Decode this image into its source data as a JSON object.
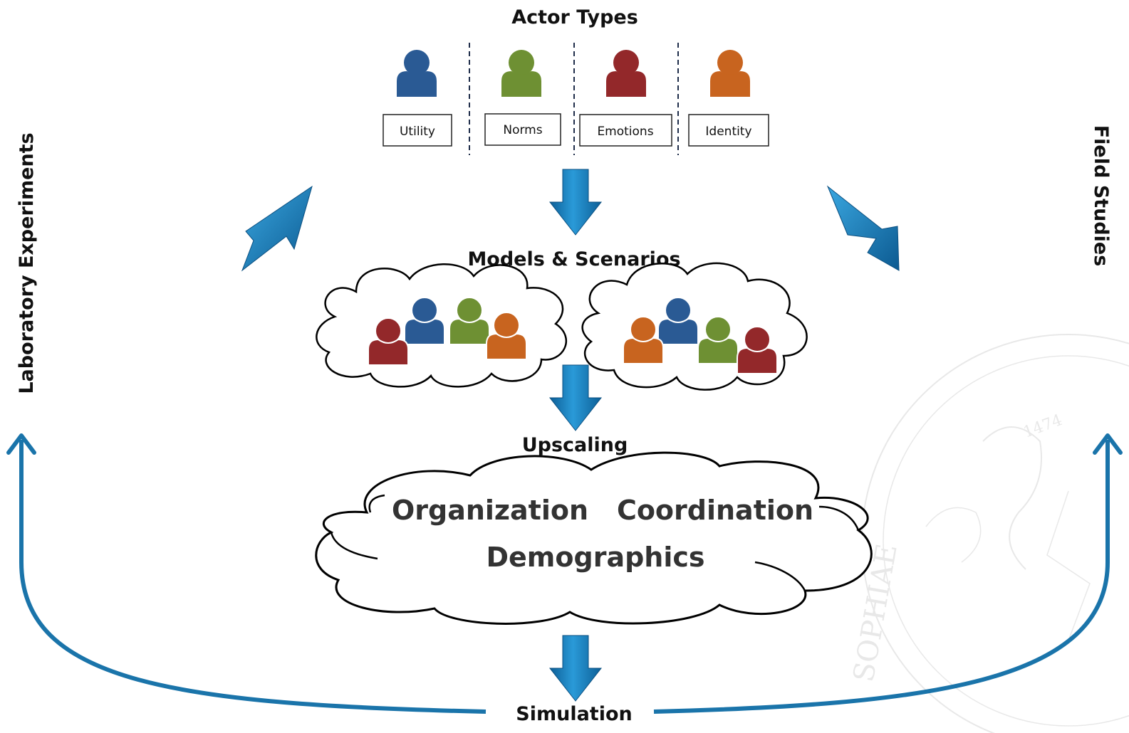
{
  "title": "Actor Types",
  "actor_types": [
    {
      "label": "Utility",
      "color": "#2a5a94"
    },
    {
      "label": "Norms",
      "color": "#6e9033"
    },
    {
      "label": "Emotions",
      "color": "#93282a"
    },
    {
      "label": "Identity",
      "color": "#c8641f"
    }
  ],
  "stages": {
    "models": "Models & Scenarios",
    "upscaling": "Upscaling",
    "simulation": "Simulation"
  },
  "upscaling_cloud": {
    "organization": "Organization",
    "coordination": "Coordination",
    "demographics": "Demographics"
  },
  "side_labels": {
    "left": "Laboratory Experiments",
    "right": "Field Studies"
  },
  "seal": {
    "year": "1474",
    "text": "SOPHIAE"
  },
  "colors": {
    "arrow": "#1778b8",
    "curve": "#1a74aa",
    "blue": "#2a5a94",
    "green": "#6e9033",
    "red": "#93282a",
    "orange": "#c8641f"
  }
}
